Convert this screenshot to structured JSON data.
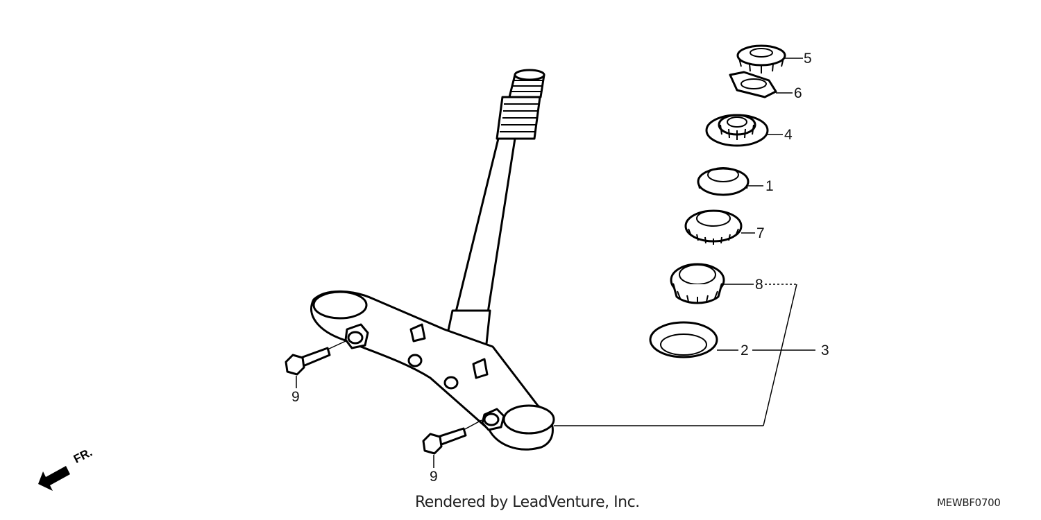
{
  "diagram": {
    "callouts": {
      "part_1": "1",
      "part_2": "2",
      "part_3": "3",
      "part_4": "4",
      "part_5": "5",
      "part_6": "6",
      "part_7": "7",
      "part_8": "8",
      "part_9a": "9",
      "part_9b": "9"
    },
    "direction_label": "FR.",
    "credit": "Rendered by LeadVenture, Inc.",
    "diagram_code": "MEWBF0700"
  }
}
